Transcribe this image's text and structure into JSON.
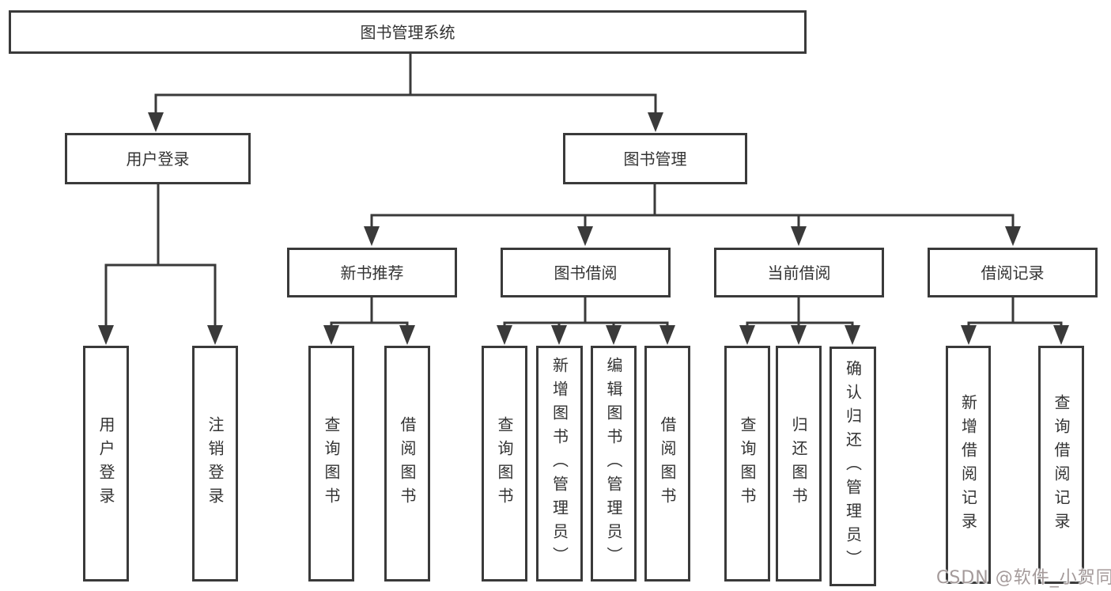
{
  "tree": {
    "root": {
      "label": "图书管理系统"
    },
    "branches": [
      {
        "label": "用户登录",
        "children": [
          {
            "label": "用户登录"
          },
          {
            "label": "注销登录"
          }
        ]
      },
      {
        "label": "图书管理",
        "sections": [
          {
            "label": "新书推荐",
            "children": [
              {
                "label": "查询图书"
              },
              {
                "label": "借阅图书"
              }
            ]
          },
          {
            "label": "图书借阅",
            "children": [
              {
                "label": "查询图书"
              },
              {
                "label": "新增图书（管理员）"
              },
              {
                "label": "编辑图书（管理员）"
              },
              {
                "label": "借阅图书"
              }
            ]
          },
          {
            "label": "当前借阅",
            "children": [
              {
                "label": "查询图书"
              },
              {
                "label": "归还图书"
              },
              {
                "label": "确认归还（管理员）"
              }
            ]
          },
          {
            "label": "借阅记录",
            "children": [
              {
                "label": "新增借阅记录"
              },
              {
                "label": "查询借阅记录"
              }
            ]
          }
        ]
      }
    ]
  },
  "watermark": {
    "text": "CSDN @软件_小贺同学",
    "color": "#a49a9a"
  },
  "colors": {
    "line": "#3a3a3a",
    "box_border": "#3a3a3a",
    "text": "#333333",
    "background": "#ffffff"
  }
}
